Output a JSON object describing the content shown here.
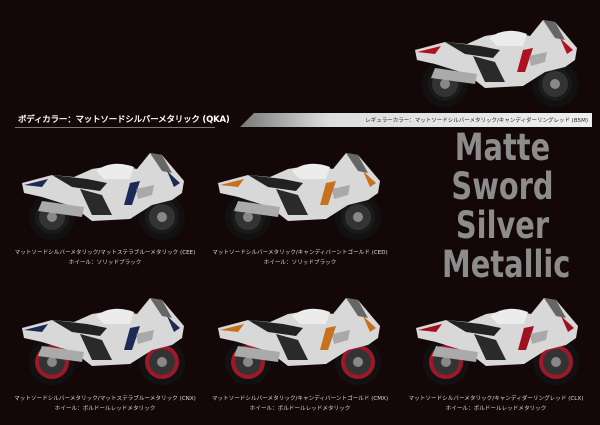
{
  "header": {
    "title": "ボディカラー：マットソードシルバーメタリック (QKA)",
    "regular_color": "レギュラーカラー：マットソードシルバーメタリック/キャンディダーリングレッド (B5M)"
  },
  "color_name": [
    "Matte",
    "Sword",
    "Silver",
    "Metallic"
  ],
  "featured": {
    "accent": "#b01020",
    "wheel": "#1a1a1a"
  },
  "variants": [
    {
      "name": "マットソードシルバーメタリック/マットステラブルーメタリック (CEE)",
      "wheel": "ホイール：ソリッドブラック",
      "accent": "#1c2a55",
      "rim": "#1a1a1a"
    },
    {
      "name": "マットソードシルバーメタリック/キャンディバーントゴールド (CED)",
      "wheel": "ホイール：ソリッドブラック",
      "accent": "#c8701a",
      "rim": "#1a1a1a"
    },
    {
      "name": "マットソードシルバーメタリック/マットステラブルーメタリック (CNX)",
      "wheel": "ホイール：ボルドールレッドメタリック",
      "accent": "#1c2a55",
      "rim": "#a01828"
    },
    {
      "name": "マットソードシルバーメタリック/キャンディバーントゴールド (CMX)",
      "wheel": "ホイール：ボルドールレッドメタリック",
      "accent": "#c8701a",
      "rim": "#a01828"
    },
    {
      "name": "マットソードシルバーメタリック/キャンディダーリングレッド (CLX)",
      "wheel": "ホイール：ボルドールレッドメタリック",
      "accent": "#a01020",
      "rim": "#a01828"
    }
  ]
}
